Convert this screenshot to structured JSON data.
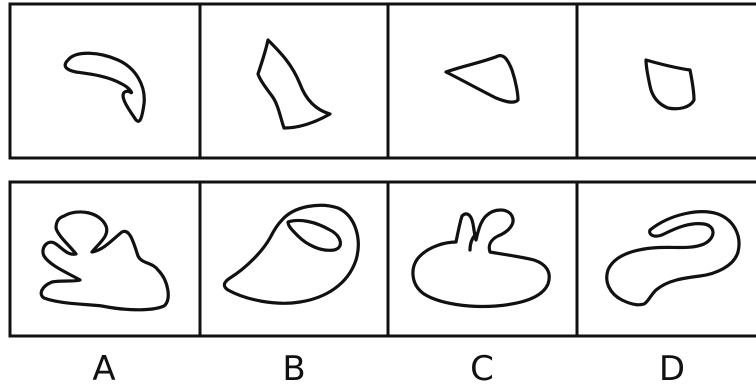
{
  "question": {
    "top_row": {
      "cells": [
        {
          "shape": "curled-blob"
        },
        {
          "shape": "tall-leaf"
        },
        {
          "shape": "wedge"
        },
        {
          "shape": "small-cup"
        }
      ]
    },
    "bottom_row": {
      "options": [
        {
          "label": "A",
          "shape": "three-finger-blob"
        },
        {
          "label": "B",
          "shape": "hooked-crescent"
        },
        {
          "label": "C",
          "shape": "flat-blob-with-sprout"
        },
        {
          "label": "D",
          "shape": "curled-hook"
        }
      ]
    }
  }
}
